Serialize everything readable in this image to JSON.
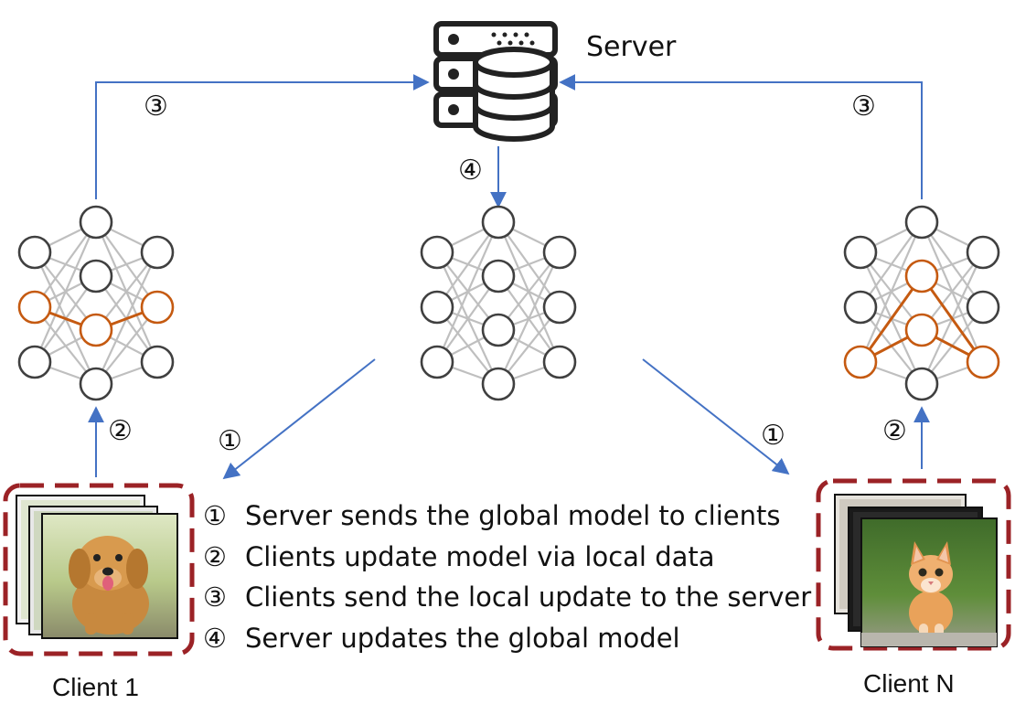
{
  "diagram": {
    "server_label": "Server",
    "client_left_label": "Client 1",
    "client_right_label": "Client N",
    "step_markers": {
      "s1": "①",
      "s2": "②",
      "s3": "③",
      "s4": "④"
    },
    "legend": [
      {
        "num": "①",
        "text": "Server sends the global model to clients"
      },
      {
        "num": "②",
        "text": "Clients update model via local data"
      },
      {
        "num": "③",
        "text": "Clients send the local update to the server"
      },
      {
        "num": "④",
        "text": "Server updates the global model"
      }
    ],
    "colors": {
      "arrow": "#4472c4",
      "node": "#404040",
      "edge": "#bfbfbf",
      "highlight": "#c55a11",
      "client_frame": "#9b2226"
    },
    "icons": {
      "server": "server-database-icon",
      "left_client_image": "puppy-photo-stack",
      "right_client_image": "kitten-photo-stack"
    }
  }
}
